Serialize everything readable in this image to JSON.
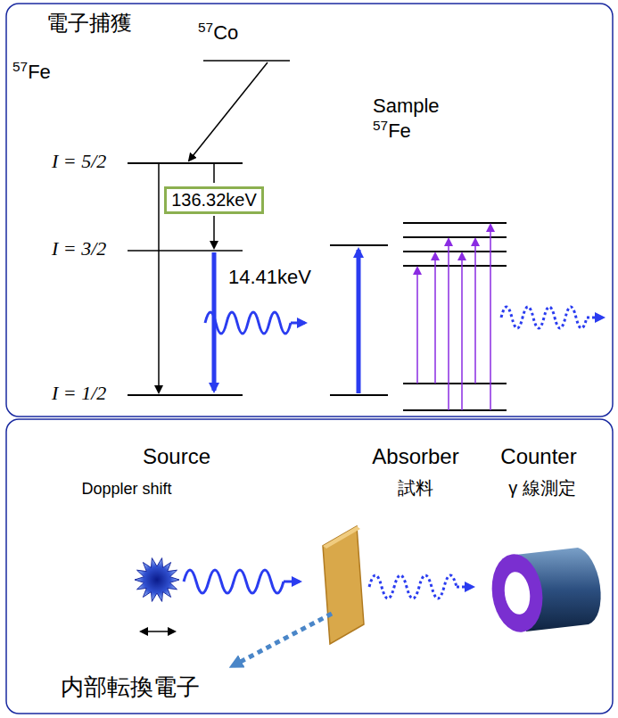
{
  "diagram": {
    "nodes": [
      {
        "text": [
          "136.32keV"
        ]
      }
    ],
    "labels": [
      "電子捕獲",
      "57Co",
      "57Fe",
      "I = 5/2",
      "I = 3/2",
      "I = 1/2",
      "14.41keV",
      "Sample",
      "57Fe",
      "Source",
      "Doppler shift",
      "Absorber",
      "試料",
      "Counter",
      "γ 線測定",
      "内部転換電子"
    ]
  }
}
